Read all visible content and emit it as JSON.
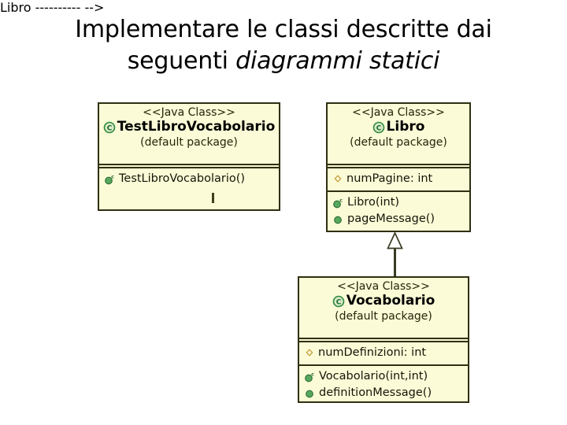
{
  "title": {
    "line1": "Implementare le classi descritte dai",
    "line2_plain": "seguenti ",
    "line2_emph": "diagrammi statici"
  },
  "diagram": {
    "type": "uml-class-diagram",
    "colors": {
      "class_fill": "#fbfbd7",
      "class_border": "#2f3010",
      "class_icon": "#2e8b3c",
      "field_icon": "#c8a040",
      "method_icon": "#2e8b3c",
      "connector": "#3a3a22",
      "background": "#ffffff"
    },
    "classes": [
      {
        "id": "test-libro-vocabolario",
        "stereotype": "<<Java Class>>",
        "name": "TestLibroVocabolario",
        "package": "(default package)",
        "class_icon": "java-class-icon",
        "attributes": [],
        "methods": [
          {
            "signature": "TestLibroVocabolario()",
            "icon": "constructor-icon",
            "visibility": "public-constructor"
          }
        ]
      },
      {
        "id": "libro",
        "stereotype": "<<Java Class>>",
        "name": "Libro",
        "package": "(default package)",
        "class_icon": "java-class-icon",
        "attributes": [
          {
            "signature": "numPagine: int",
            "icon": "package-field-icon",
            "visibility": "package-private"
          }
        ],
        "methods": [
          {
            "signature": "Libro(int)",
            "icon": "constructor-icon",
            "visibility": "public-constructor"
          },
          {
            "signature": "pageMessage()",
            "icon": "public-method-icon",
            "visibility": "public"
          }
        ]
      },
      {
        "id": "vocabolario",
        "stereotype": "<<Java Class>>",
        "name": "Vocabolario",
        "package": "(default package)",
        "class_icon": "java-class-icon",
        "attributes": [
          {
            "signature": "numDefinizioni: int",
            "icon": "package-field-icon",
            "visibility": "package-private"
          }
        ],
        "methods": [
          {
            "signature": "Vocabolario(int,int)",
            "icon": "constructor-icon",
            "visibility": "public-constructor"
          },
          {
            "signature": "definitionMessage()",
            "icon": "public-method-icon",
            "visibility": "public"
          }
        ]
      }
    ],
    "relations": [
      {
        "id": "vocabolario-extends-libro",
        "type": "generalization",
        "from": "Vocabolario",
        "to": "Libro",
        "arrow": "hollow-triangle"
      }
    ]
  }
}
